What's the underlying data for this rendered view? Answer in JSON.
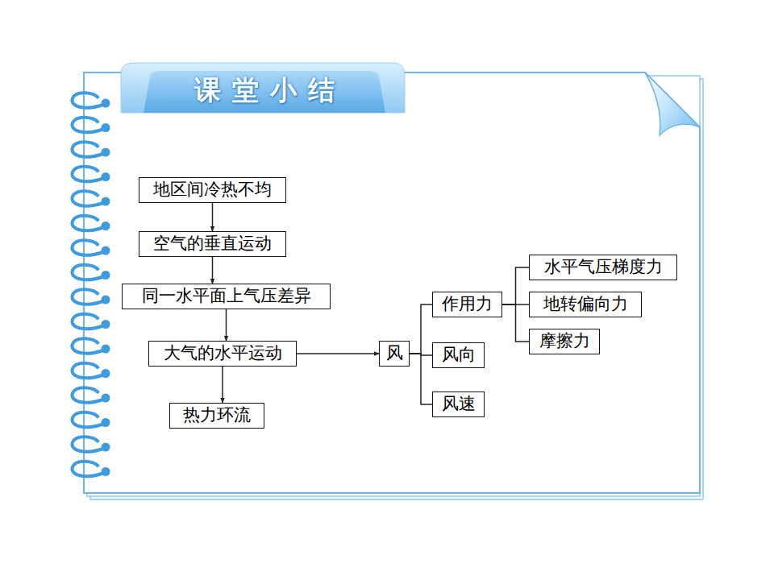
{
  "diagram": {
    "title": "课堂小结",
    "nodes": [
      {
        "text": [
          "地区间冷热不均"
        ]
      },
      {
        "text": [
          "空气的垂直运动"
        ]
      },
      {
        "text": [
          "同一水平面上气压差异"
        ]
      },
      {
        "text": [
          "大气的水平运动"
        ]
      },
      {
        "text": [
          "热力环流"
        ]
      },
      {
        "text": [
          "风"
        ]
      },
      {
        "text": [
          "作用力"
        ]
      },
      {
        "text": [
          "风向"
        ]
      },
      {
        "text": [
          "风速"
        ]
      },
      {
        "text": [
          "水平气压梯度力"
        ]
      },
      {
        "text": [
          "地转偏向力"
        ]
      },
      {
        "text": [
          "摩擦力"
        ]
      }
    ],
    "edges": [
      {
        "from": 0,
        "to": 1,
        "arrow": "to"
      },
      {
        "from": 1,
        "to": 2,
        "arrow": "to"
      },
      {
        "from": 2,
        "to": 3,
        "arrow": "to"
      },
      {
        "from": 3,
        "to": 4,
        "arrow": "to"
      },
      {
        "from": 3,
        "to": 5,
        "arrow": "to"
      },
      {
        "from": 5,
        "to": 6,
        "arrow": "none"
      },
      {
        "from": 5,
        "to": 7,
        "arrow": "none"
      },
      {
        "from": 5,
        "to": 8,
        "arrow": "none"
      },
      {
        "from": 6,
        "to": 9,
        "arrow": "none"
      },
      {
        "from": 6,
        "to": 10,
        "arrow": "none"
      },
      {
        "from": 6,
        "to": 11,
        "arrow": "none"
      }
    ]
  }
}
